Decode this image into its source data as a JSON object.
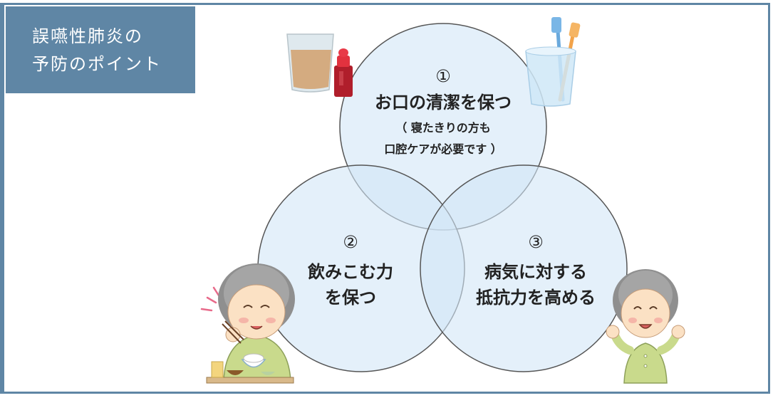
{
  "title": {
    "line1": "誤嚥性肺炎の",
    "line2": "予防のポイント"
  },
  "circles": [
    {
      "number": "①",
      "main": "お口の清潔を保つ",
      "sub1": "（ 寝たきりの方も",
      "sub2": "口腔ケアが必要です ）"
    },
    {
      "number": "②",
      "line1": "飲みこむ力",
      "line2": "を保つ"
    },
    {
      "number": "③",
      "line1": "病気に対する",
      "line2": "抵抗力を高める"
    }
  ],
  "colors": {
    "accent": "#5f86a5",
    "circle_fill": "#e3f0fb",
    "circle_stroke": "#555555"
  },
  "icons": [
    "mouthwash-cup-icon",
    "toothbrush-cup-icon",
    "elderly-woman-eating-icon",
    "elderly-woman-cheering-icon"
  ]
}
